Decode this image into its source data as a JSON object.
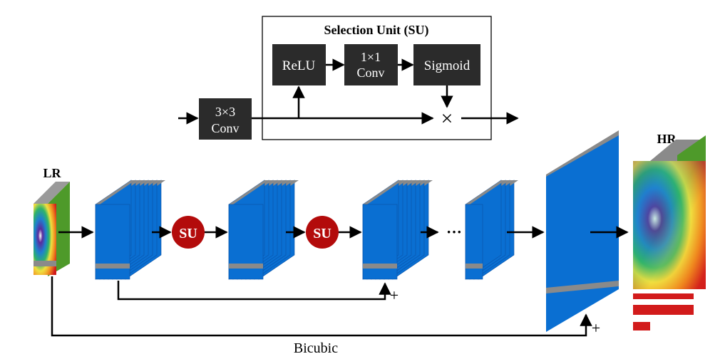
{
  "su_module": {
    "title": "Selection Unit (SU)",
    "relu": "ReLU",
    "conv1x1": [
      "1×1",
      "Conv"
    ],
    "sigmoid": "Sigmoid",
    "multiply": "×"
  },
  "conv3x3": [
    "3×3",
    "Conv"
  ],
  "network": {
    "input_label": "LR",
    "output_label": "HR",
    "su_label": "SU",
    "ellipsis": "···",
    "plus": "+",
    "bicubic": "Bicubic"
  },
  "colors": {
    "block_box": "#2b2b2b",
    "feature_blue": "#0a6fd2",
    "feature_edge": "#0a52a6",
    "top_gray": "#8a8a8a",
    "su_red": "#b30b0b",
    "arrow": "#000000"
  }
}
